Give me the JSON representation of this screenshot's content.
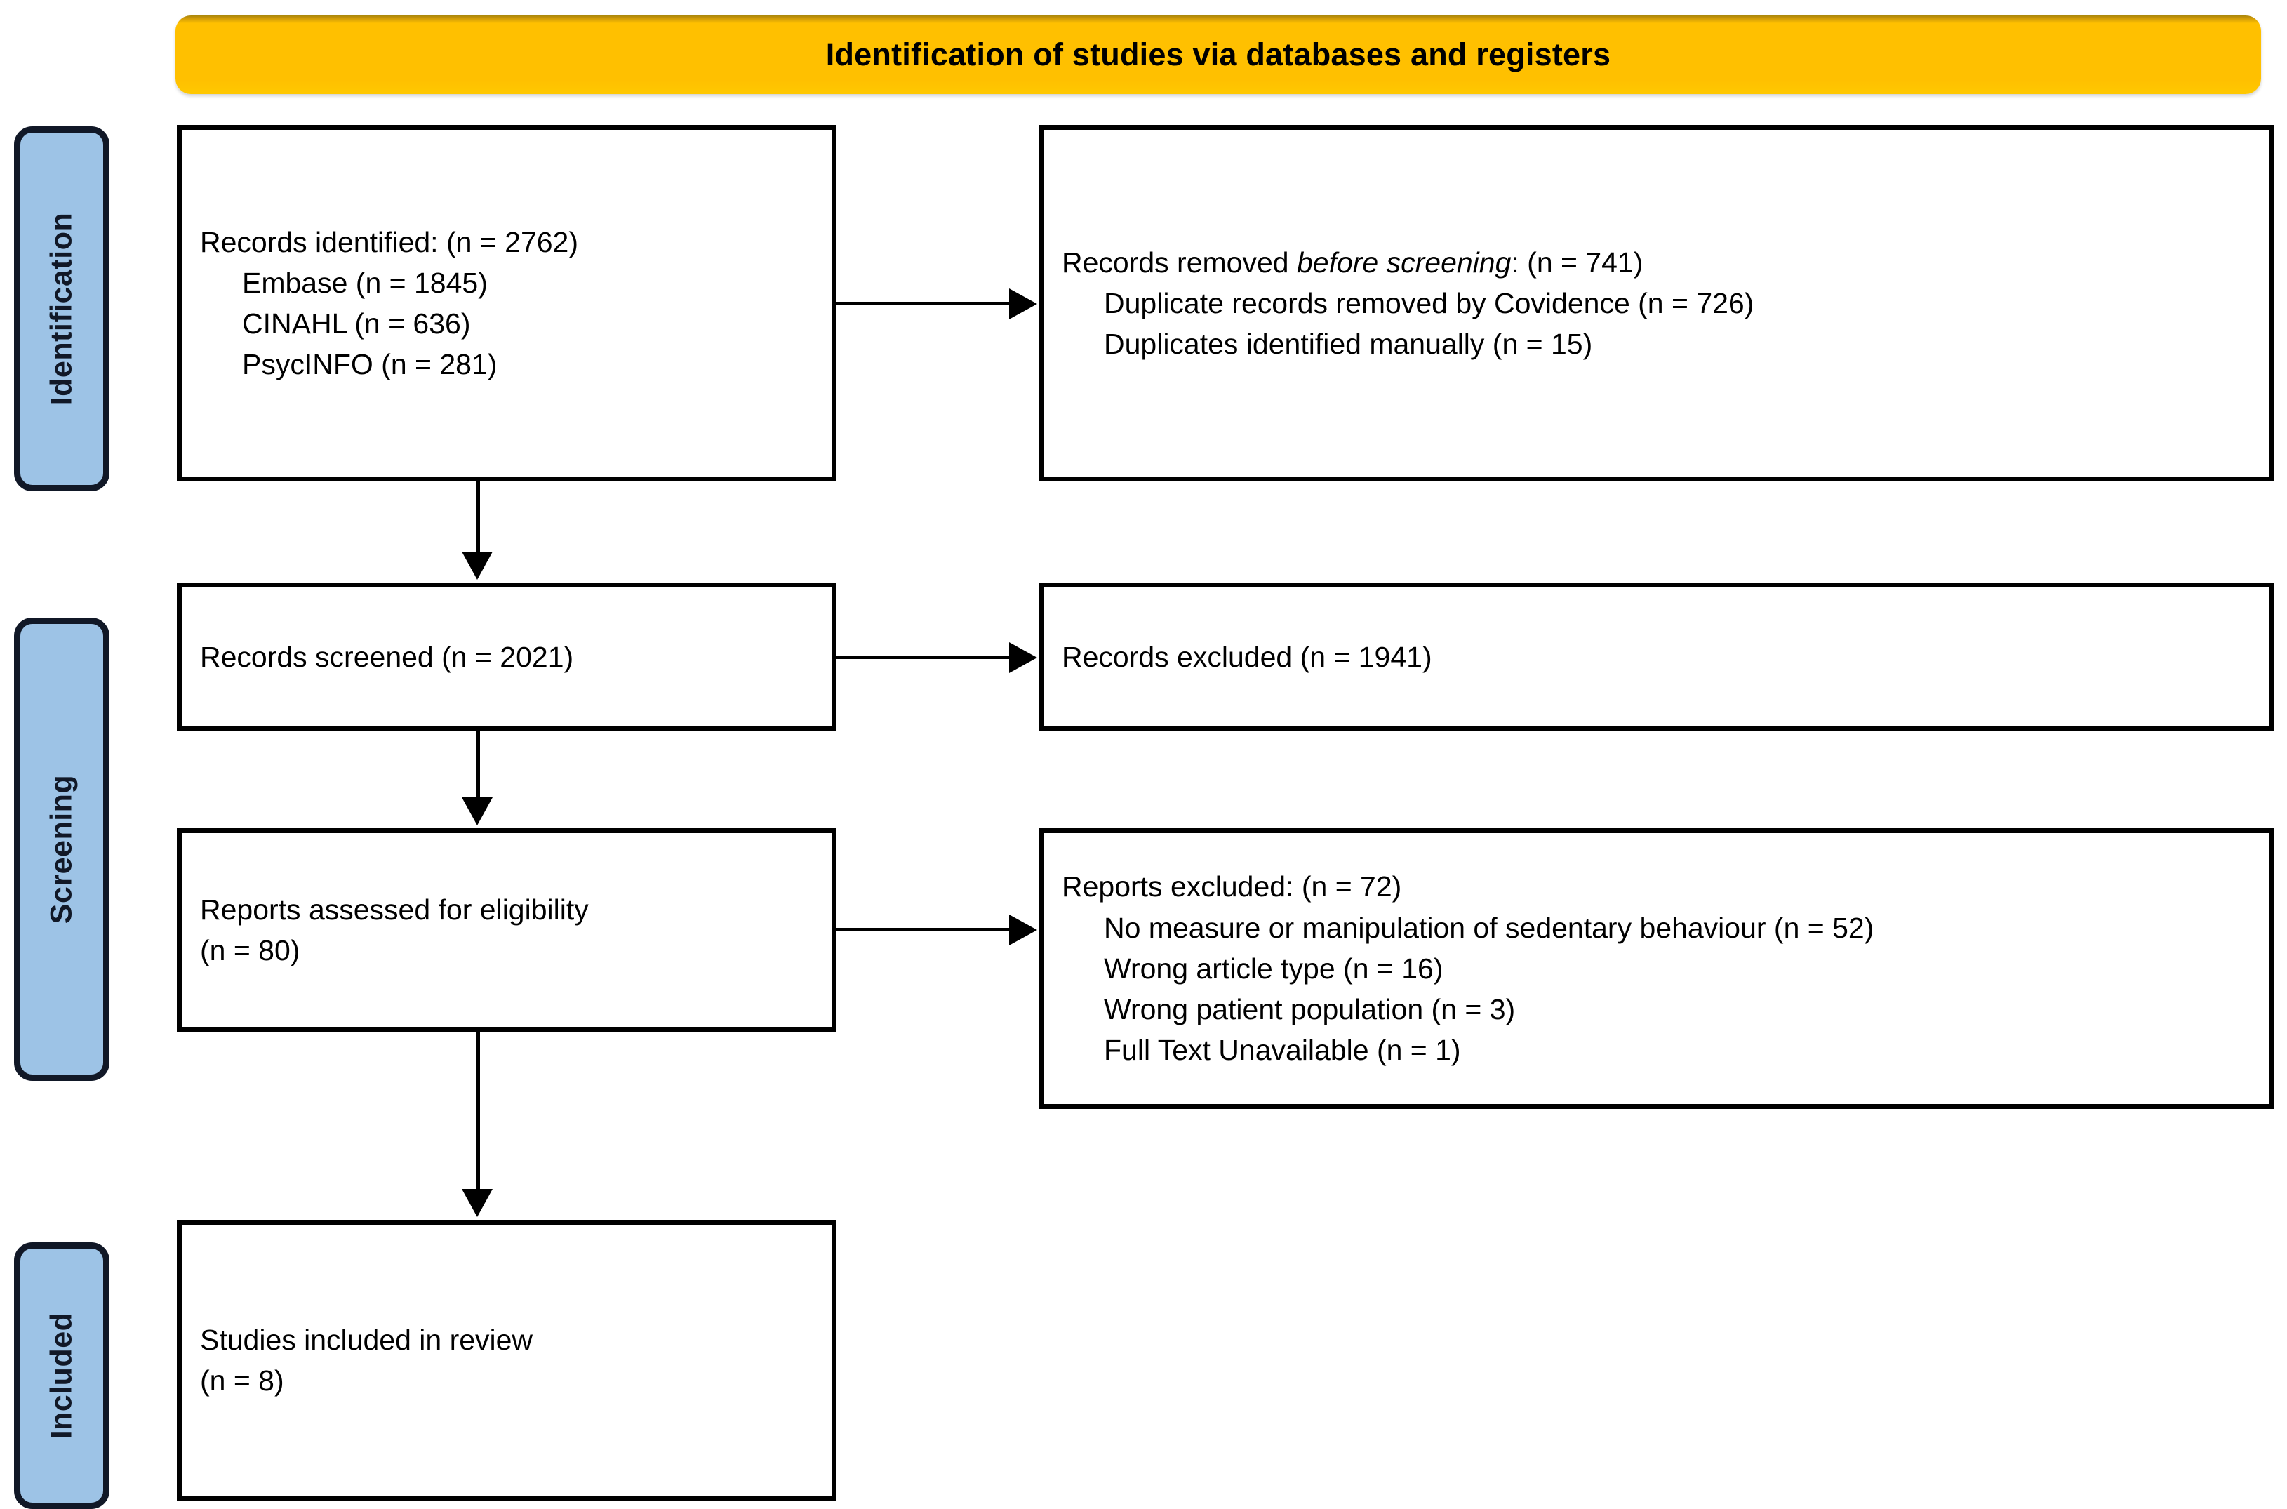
{
  "banner": {
    "title": "Identification of studies via databases and registers"
  },
  "stages": [
    {
      "key": "identification",
      "label": "Identification"
    },
    {
      "key": "screening",
      "label": "Screening"
    },
    {
      "key": "included",
      "label": "Included"
    }
  ],
  "boxes": {
    "identified": {
      "lines": [
        "Records identified: (n = 2762)",
        "Embase (n = 1845)",
        "CINAHL (n = 636)",
        "PsycINFO (n = 281)"
      ]
    },
    "removed": {
      "heading_pre": "Records removed ",
      "heading_italic": "before screening",
      "heading_post": ": (n = 741)",
      "lines": [
        "Duplicate records removed by Covidence (n = 726)",
        "Duplicates identified manually (n = 15)"
      ]
    },
    "screened": {
      "lines": [
        "Records screened (n = 2021)"
      ]
    },
    "records_excluded": {
      "lines": [
        "Records excluded (n = 1941)"
      ]
    },
    "eligibility": {
      "lines": [
        "Reports assessed for eligibility",
        "(n = 80)"
      ]
    },
    "reports_excluded": {
      "lines": [
        "Reports excluded: (n = 72)",
        "No measure or manipulation of sedentary behaviour (n = 52)",
        "Wrong article type (n = 16)",
        "Wrong patient population (n = 3)",
        "Full Text Unavailable (n = 1)"
      ]
    },
    "included": {
      "lines": [
        "Studies included in review",
        "(n = 8)"
      ]
    }
  },
  "counts": {
    "records_identified": 2762,
    "embase": 1845,
    "cinahl": 636,
    "psycinfo": 281,
    "records_removed_before_screening": 741,
    "duplicates_covidence": 726,
    "duplicates_manual": 15,
    "records_screened": 2021,
    "records_excluded": 1941,
    "reports_assessed": 80,
    "reports_excluded": 72,
    "no_measure_sedentary": 52,
    "wrong_article_type": 16,
    "wrong_patient_population": 3,
    "full_text_unavailable": 1,
    "studies_included": 8
  },
  "colors": {
    "banner_fill": "#FFC000",
    "banner_edge": "#B8860B",
    "stage_fill": "#9DC3E6",
    "stage_border": "#111827",
    "box_border": "#000000",
    "text": "#000000"
  }
}
